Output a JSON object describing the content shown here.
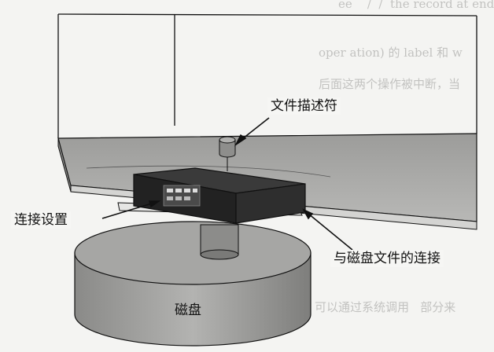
{
  "labels": {
    "file_descriptor": "文件描述符",
    "connection_settings": "连接设置",
    "disk_connection": "与磁盘文件的连接",
    "disk": "磁盘"
  },
  "colors": {
    "background": "#f4f4f2",
    "plane": "#a9a9a7",
    "device": "#2a2a2a",
    "disk": "#9e9e9c",
    "line": "#111111"
  }
}
